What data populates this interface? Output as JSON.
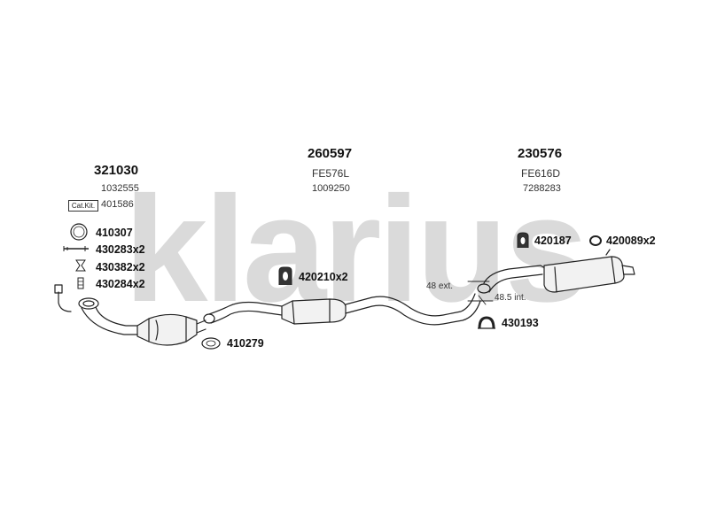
{
  "brand": "klarius",
  "groups": {
    "left": {
      "part": "321030",
      "ref": "1032555",
      "catkit_label": "Cat.Kit.",
      "catkit_ref": "401586"
    },
    "middle": {
      "part": "260597",
      "code": "FE576L",
      "ref": "1009250"
    },
    "right": {
      "part": "230576",
      "code": "FE616D",
      "ref": "7288283"
    }
  },
  "components": {
    "clamp_ring": "410307",
    "bolt_a": "430283x2",
    "bolt_b": "430382x2",
    "bolt_c": "430284x2",
    "mount_mid": "420210x2",
    "gasket": "410279",
    "mount_rear": "420187",
    "mount_ring": "420089x2",
    "clamp_joint": "430193"
  },
  "dimensions": {
    "ext": "48 ext.",
    "int": "48.5 int."
  },
  "colors": {
    "watermark": "#d9d9d9",
    "line": "#222222"
  }
}
